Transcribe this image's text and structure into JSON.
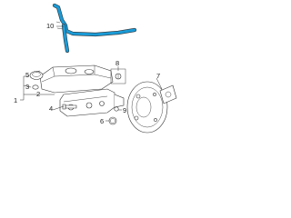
{
  "diagram": {
    "callouts": [
      {
        "id": "c1",
        "label": "1"
      },
      {
        "id": "c2",
        "label": "2"
      },
      {
        "id": "c3",
        "label": "3"
      },
      {
        "id": "c4",
        "label": "4"
      },
      {
        "id": "c5",
        "label": "5"
      },
      {
        "id": "c6",
        "label": "6"
      },
      {
        "id": "c7",
        "label": "7"
      },
      {
        "id": "c8",
        "label": "8"
      },
      {
        "id": "c9",
        "label": "9"
      },
      {
        "id": "c10",
        "label": "10"
      }
    ],
    "colors": {
      "highlight": "#1a9bd7",
      "line": "#333333",
      "background": "#ffffff"
    }
  }
}
